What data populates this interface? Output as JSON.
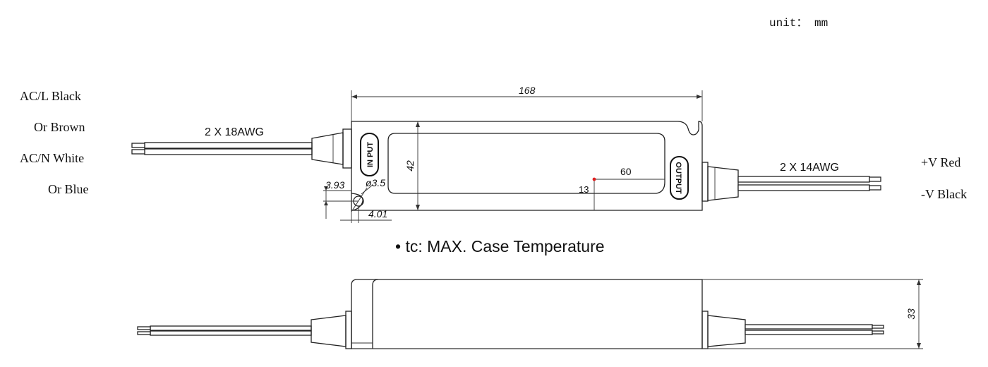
{
  "unit_label": "unit： mm",
  "input_labels": [
    "AC/L Black",
    "Or Brown",
    "AC/N White",
    "Or Blue"
  ],
  "output_labels": [
    "+V Red",
    "-V Black"
  ],
  "input_wire": "2 X 18AWG",
  "output_wire": "2 X 14AWG",
  "input_mark": "IN PUT",
  "output_mark": "OUTPUT",
  "dims": {
    "length": "168",
    "width": "42",
    "tc_x": "60",
    "tc_y": "13",
    "hole_offset": "3.93",
    "hole_diameter": "ø3.5",
    "hole_edge": "4.01",
    "height": "33"
  },
  "tc_note": "• tc: MAX. Case Temperature",
  "colors": {
    "tc_point": "#e02020"
  }
}
